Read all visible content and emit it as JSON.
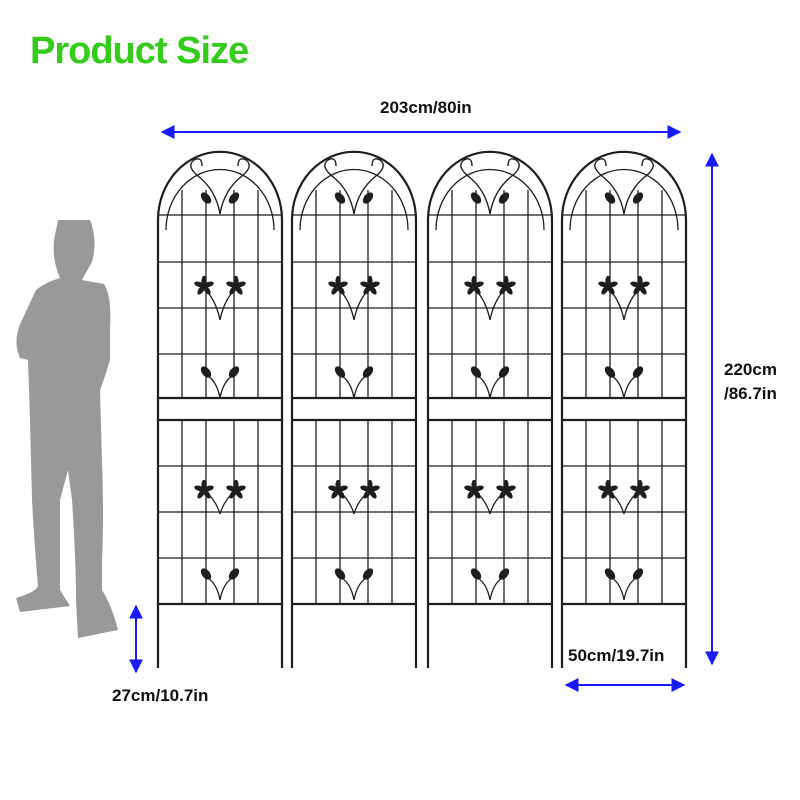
{
  "title": "Product Size",
  "colors": {
    "title": "#33cc1a",
    "arrow": "#1a1aff",
    "silhouette": "#999999",
    "frame": "#1e1e1e"
  },
  "dimensions": {
    "total_width": "203cm/80in",
    "height_line1": "220cm",
    "height_line2": "/86.7in",
    "stake_length": "27cm/10.7in",
    "panel_width": "50cm/19.7in"
  },
  "figure": "person-silhouette",
  "panel_count": 4
}
